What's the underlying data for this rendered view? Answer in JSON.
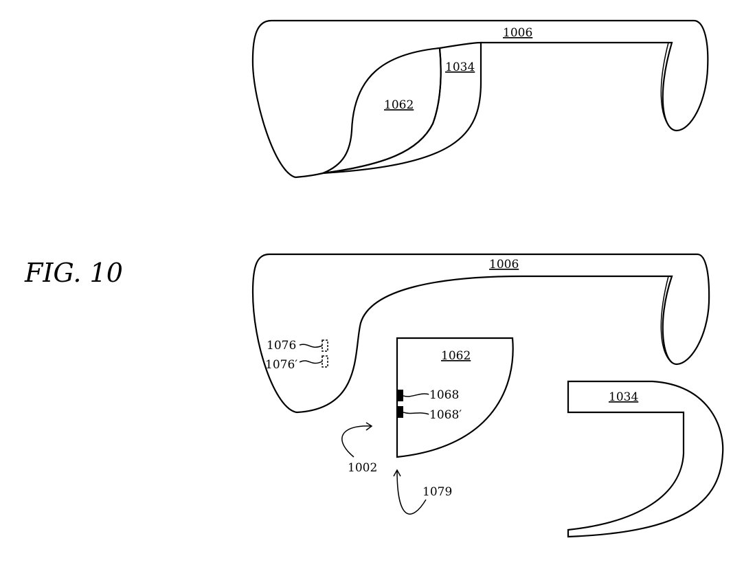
{
  "figure": {
    "title": "FIG. 10"
  },
  "top_view": {
    "labels": {
      "band": "1006",
      "outer_layer": "1034",
      "inner_layer": "1062"
    }
  },
  "bottom_view": {
    "labels": {
      "band": "1006",
      "inner_layer": "1062",
      "outer_layer": "1034",
      "sensor_a": "1076",
      "sensor_b": "1076′",
      "contact_a": "1068",
      "contact_b": "1068′",
      "arrow_a": "1002",
      "arrow_b": "1079"
    }
  }
}
